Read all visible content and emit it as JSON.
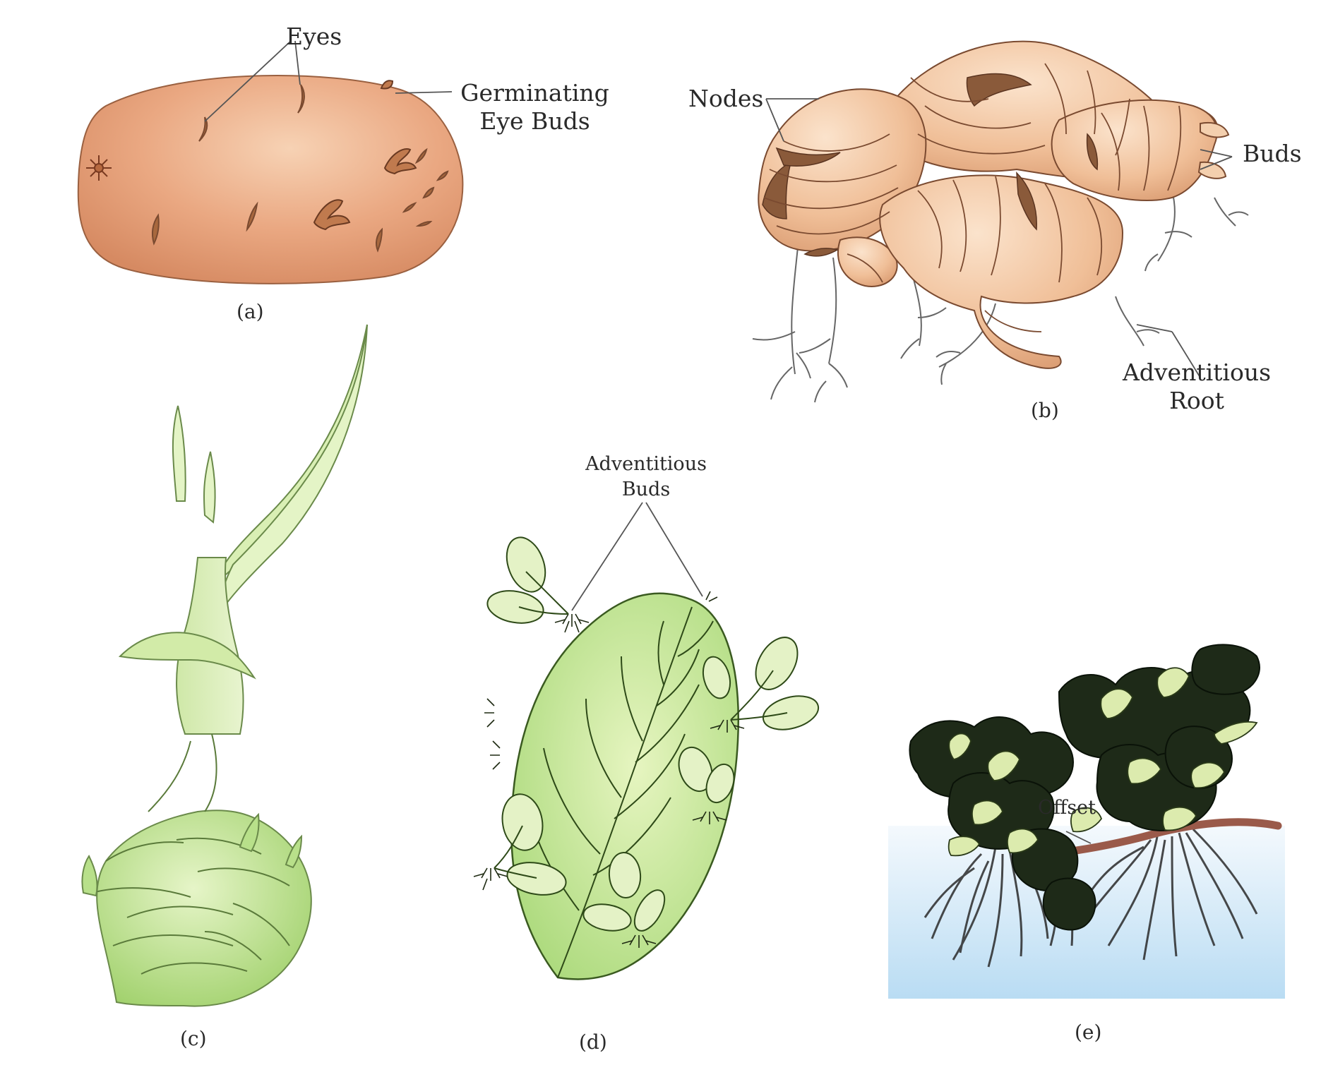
{
  "panels": {
    "a": {
      "caption": "(a)",
      "labels": {
        "eyes": "Eyes",
        "germinating_line1": "Germinating",
        "germinating_line2": "Eye Buds"
      }
    },
    "b": {
      "caption": "(b)",
      "labels": {
        "nodes": "Nodes",
        "buds": "Buds",
        "adventitious_root_line1": "Adventitious",
        "adventitious_root_line2": "Root"
      }
    },
    "c": {
      "caption": "(c)"
    },
    "d": {
      "caption": "(d)",
      "labels": {
        "adventitious_buds_line1": "Adventitious",
        "adventitious_buds_line2": "Buds"
      }
    },
    "e": {
      "caption": "(e)",
      "labels": {
        "offset": "Offset"
      }
    }
  },
  "colors": {
    "potato": "#e8a880",
    "ginger": "#f0c09a",
    "ginger_dark": "#8a5a3a",
    "bulb_green": "#b8e08a",
    "leaf_green": "#c4e49a",
    "water_blue": "#cfe6f6",
    "plant_dark": "#1e2a18",
    "offset_stolon": "#9a5a4a"
  }
}
